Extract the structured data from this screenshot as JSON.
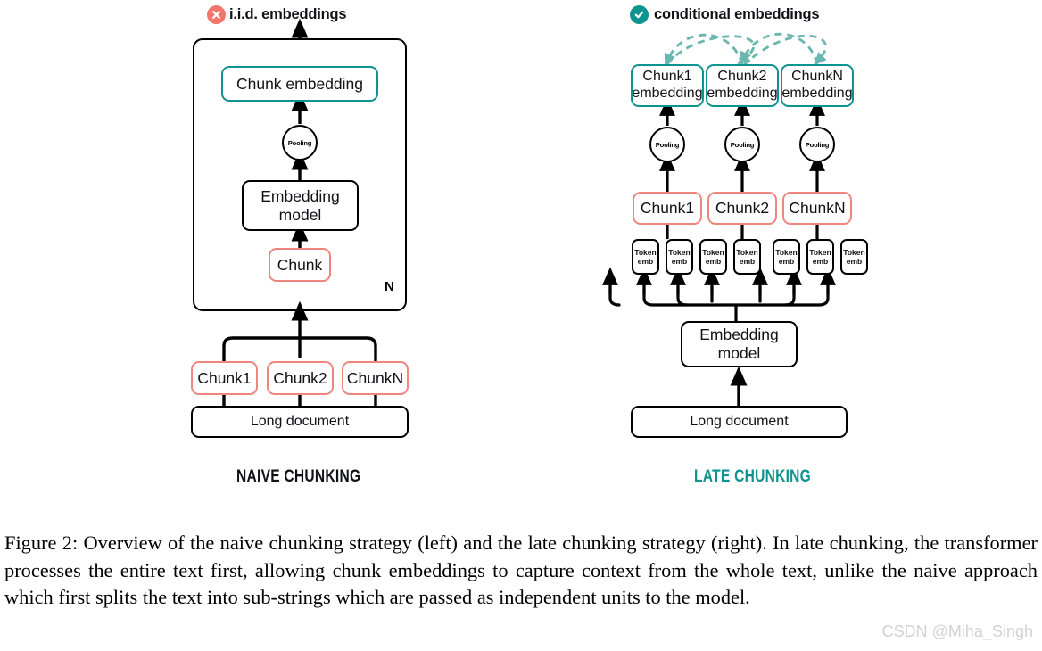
{
  "headers": {
    "left": {
      "badge_icon": "x-circle-icon",
      "label": "i.i.d. embeddings",
      "badge_color": "#f4756c"
    },
    "right": {
      "badge_icon": "check-circle-icon",
      "label": "conditional embeddings",
      "badge_color": "#0e9490"
    }
  },
  "naive": {
    "title": "NAIVE CHUNKING",
    "chunk_embedding": "Chunk embedding",
    "pooling": "Pooling",
    "embedding_model_line1": "Embedding",
    "embedding_model_line2": "model",
    "chunk": "Chunk",
    "repeat_label": "N",
    "chunks": [
      "Chunk1",
      "Chunk2",
      "ChunkN"
    ],
    "long_document": "Long document"
  },
  "late": {
    "title": "LATE CHUNKING",
    "chunk_embeddings": [
      {
        "line1": "Chunk1",
        "line2": "embedding"
      },
      {
        "line1": "Chunk2",
        "line2": "embedding"
      },
      {
        "line1": "ChunkN",
        "line2": "embedding"
      }
    ],
    "pooling": "Pooling",
    "chunks": [
      "Chunk1",
      "Chunk2",
      "ChunkN"
    ],
    "token_embeddings": [
      {
        "line1": "Token",
        "line2": "emb"
      },
      {
        "line1": "Token",
        "line2": "emb"
      },
      {
        "line1": "Token",
        "line2": "emb"
      },
      {
        "line1": "Token",
        "line2": "emb"
      },
      {
        "line1": "Token",
        "line2": "emb"
      },
      {
        "line1": "Token",
        "line2": "emb"
      },
      {
        "line1": "Token",
        "line2": "emb"
      }
    ],
    "embedding_model_line1": "Embedding",
    "embedding_model_line2": "model",
    "long_document": "Long document"
  },
  "colors": {
    "teal": "#0e9490",
    "pink": "#f0857e",
    "black": "#000000",
    "dashed_arc": "#6ab6b0",
    "watermark": "#d2d2d2"
  },
  "caption": "Figure 2: Overview of the naive chunking strategy (left) and the late chunking strategy (right). In late chunking, the transformer processes the entire text first, allowing chunk embeddings to capture context from the whole text, unlike the naive approach which first splits the text into sub-strings which are passed as independent units to the model.",
  "watermark": "CSDN @Miha_Singh"
}
